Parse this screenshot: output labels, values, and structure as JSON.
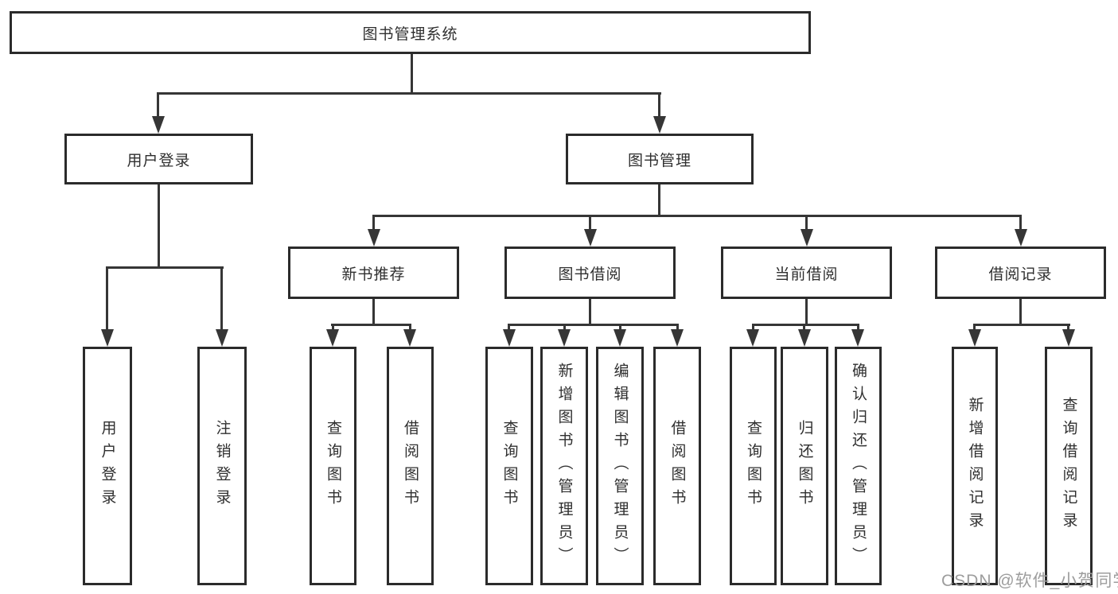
{
  "diagram_type": "hierarchy-tree",
  "colors": {
    "line": "#363636",
    "border": "#2b2b2b",
    "text": "#2f2f2f",
    "background": "#ffffff",
    "watermark": "#9d9d9d"
  },
  "tree": {
    "label": "图书管理系统",
    "children": [
      {
        "label": "用户登录",
        "children": [
          {
            "label": "用户登录"
          },
          {
            "label": "注销登录"
          }
        ]
      },
      {
        "label": "图书管理",
        "children": [
          {
            "label": "新书推荐",
            "children": [
              {
                "label": "查询图书"
              },
              {
                "label": "借阅图书"
              }
            ]
          },
          {
            "label": "图书借阅",
            "children": [
              {
                "label": "查询图书"
              },
              {
                "label": "新增图书（管理员）"
              },
              {
                "label": "编辑图书（管理员）"
              },
              {
                "label": "借阅图书"
              }
            ]
          },
          {
            "label": "当前借阅",
            "children": [
              {
                "label": "查询图书"
              },
              {
                "label": "归还图书"
              },
              {
                "label": "确认归还（管理员）"
              }
            ]
          },
          {
            "label": "借阅记录",
            "children": [
              {
                "label": "新增借阅记录"
              },
              {
                "label": "查询借阅记录"
              }
            ]
          }
        ]
      }
    ]
  },
  "watermark": {
    "text": "CSDN @软件_小贺同学"
  }
}
